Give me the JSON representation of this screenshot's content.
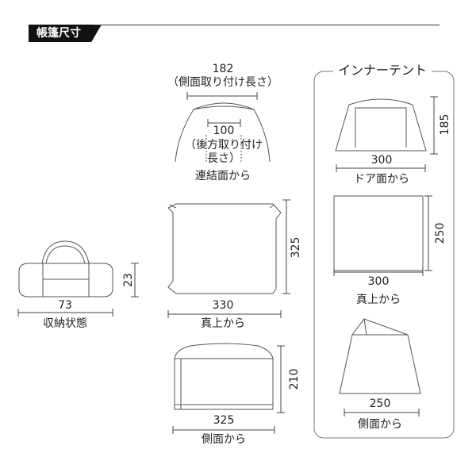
{
  "header": {
    "title": "帳篷尺寸"
  },
  "inner_tent": {
    "title": "インナーテント",
    "door_view": {
      "width": "300",
      "height": "185",
      "caption": "ドア面から"
    },
    "top_view": {
      "width": "300",
      "depth": "250",
      "caption": "真上から"
    },
    "side_view": {
      "width": "250",
      "caption": "側面から"
    }
  },
  "tarp": {
    "front_view": {
      "side_attach": "182",
      "side_attach_note": "（側面取り付け長さ）",
      "rear_attach": "100",
      "rear_attach_note_1": "（後方取り付け",
      "rear_attach_note_2": "長さ）",
      "caption": "連結面から"
    },
    "top_view": {
      "width": "330",
      "depth": "325",
      "caption": "真上から"
    },
    "side_view": {
      "width": "325",
      "height": "210",
      "caption": "側面から"
    }
  },
  "storage_bag": {
    "length": "73",
    "height": "23",
    "caption": "収納状態"
  }
}
